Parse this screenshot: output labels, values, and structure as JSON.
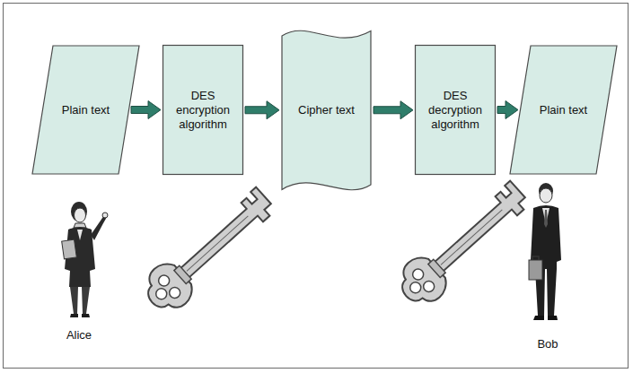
{
  "diagram": {
    "nodes": [
      {
        "text": [
          "Plain text"
        ]
      },
      {
        "text": [
          "DES encryption algorithm"
        ]
      },
      {
        "text": [
          "Cipher text"
        ]
      },
      {
        "text": [
          "DES decryption algorithm"
        ]
      },
      {
        "text": [
          "Plain text"
        ]
      }
    ],
    "edges": [
      {
        "from": 0,
        "to": 1,
        "arrow": "to"
      },
      {
        "from": 1,
        "to": 2,
        "arrow": "to"
      },
      {
        "from": 2,
        "to": 3,
        "arrow": "to"
      },
      {
        "from": 3,
        "to": 4,
        "arrow": "to"
      }
    ],
    "labels": [
      "Alice",
      "Bob"
    ]
  }
}
